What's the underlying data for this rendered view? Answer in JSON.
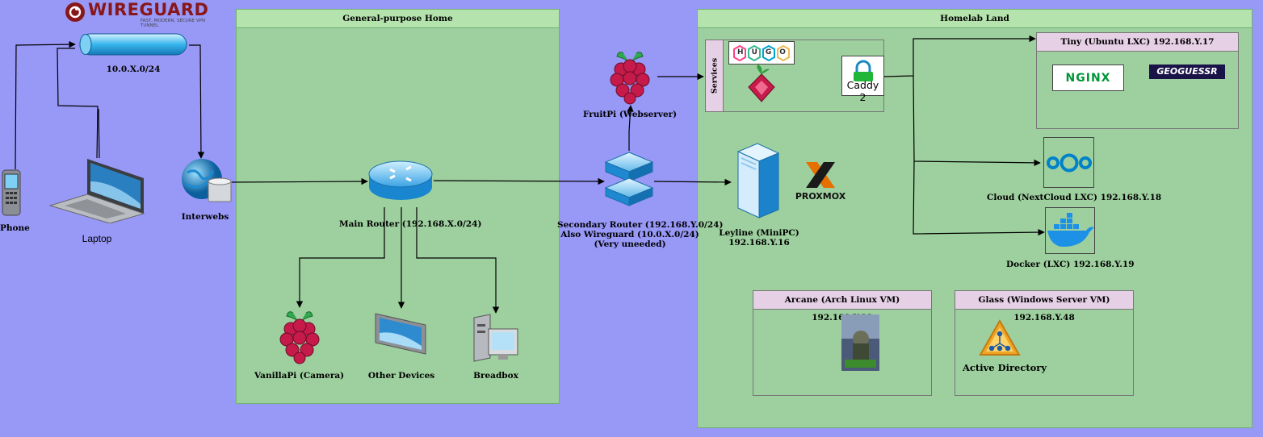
{
  "vpn": {
    "brand": "WIREGUARD",
    "tagline": "FAST, MODERN, SECURE VPN TUNNEL",
    "tunnel_label": "10.0.X.0/24"
  },
  "clients": {
    "phone": "Phone",
    "laptop": "Laptop"
  },
  "internet": {
    "label": "Interwebs"
  },
  "general_home": {
    "title": "General-purpose Home",
    "main_router": "Main Router (192.168.X.0/24)",
    "devices": [
      "VanillaPi (Camera)",
      "Other Devices",
      "Breadbox"
    ]
  },
  "secondary_router": {
    "lines": [
      "Secondary Router (192.168.Y.0/24)",
      "Also Wireguard (10.0.X.0/24)",
      "(Very uneeded)"
    ]
  },
  "fruitpi": {
    "label": "FruitPi (Webserver)"
  },
  "homelab": {
    "title": "Homelab Land",
    "services_tab": "Services",
    "hugo_text": "HUGO",
    "caddy_text": "Caddy 2",
    "leyline_lines": [
      "Leyline (MiniPC)",
      "192.168.Y.16"
    ],
    "proxmox_text": "PROXMOX",
    "tiny": {
      "title": "Tiny (Ubuntu LXC) 192.168.Y.17",
      "nginx_text": "NGINX",
      "geoguessr_text": "GEOGUESSR"
    },
    "cloud": "Cloud (NextCloud LXC) 192.168.Y.18",
    "docker": "Docker (LXC) 192.168.Y.19",
    "arcane": {
      "title": "Arcane (Arch Linux VM) 192.168.Y.32"
    },
    "glass": {
      "title": "Glass (Windows Server VM) 192.168.Y.48",
      "ad_label": "Active Directory"
    }
  },
  "colors": {
    "background": "#9898f7",
    "panel": "#9ed09f",
    "panel_header": "#b5e3ad",
    "box_header": "#e6d0e6",
    "raspberry": "#c51a4a"
  }
}
